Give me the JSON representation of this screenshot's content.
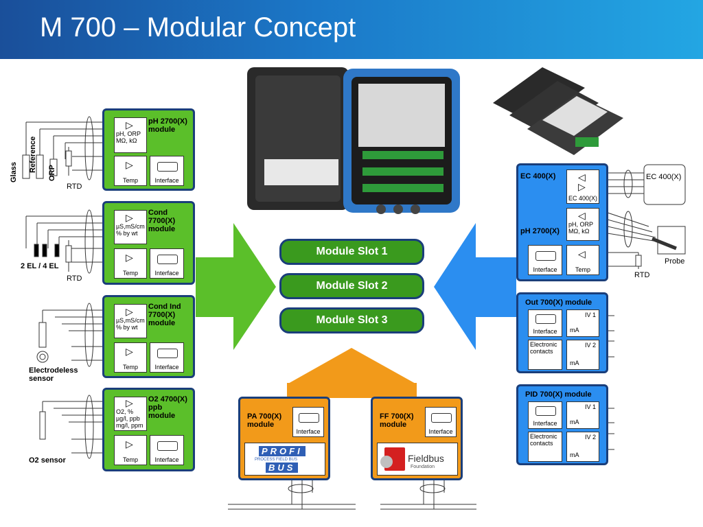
{
  "title": "M 700 – Modular Concept",
  "slots": [
    "Module Slot 1",
    "Module Slot 2",
    "Module Slot 3"
  ],
  "left_modules": [
    {
      "title": "pH 2700(X)\nmodule",
      "sensor_text": "pH, ORP\nMΩ, kΩ",
      "temp": "Temp",
      "interface": "Interface"
    },
    {
      "title": "Cond\n7700(X)\nmodule",
      "sensor_text": "µS,mS/cm\n% by wt",
      "temp": "Temp",
      "interface": "Interface"
    },
    {
      "title": "Cond Ind\n7700(X)\nmodule",
      "sensor_text": "µS,mS/cm\n% by wt",
      "temp": "Temp",
      "interface": "Interface"
    },
    {
      "title": "O2 4700(X)\nppb\nmodule",
      "sensor_text": "O2, %\nµg/l, ppb\nmg/l, ppm",
      "temp": "Temp",
      "interface": "Interface"
    }
  ],
  "left_labels": {
    "glass": "Glass",
    "reference": "Reference",
    "orp": "ORP",
    "rtd1": "RTD",
    "el": "2 EL / 4 EL",
    "rtd2": "RTD",
    "electrodeless": "Electrodeless\nsensor",
    "o2sensor": "O2 sensor"
  },
  "right_modules": {
    "ec_ph": {
      "ec_title": "EC 400(X)",
      "ec_box": "EC 400(X)",
      "ph_title": "pH 2700(X)",
      "ph_box": "pH, ORP\nMΩ, kΩ",
      "interface": "Interface",
      "temp": "Temp"
    },
    "out": {
      "title": "Out 700(X) module",
      "interface": "Interface",
      "iv1": "IV 1",
      "ma1": "mA",
      "contacts": "Electronic\ncontacts",
      "iv2": "IV 2",
      "ma2": "mA"
    },
    "pid": {
      "title": "PID 700(X) module",
      "interface": "Interface",
      "iv1": "IV 1",
      "ma1": "mA",
      "contacts": "Electronic\ncontacts",
      "iv2": "IV 2",
      "ma2": "mA"
    }
  },
  "right_labels": {
    "ec400": "EC 400(X)",
    "probe": "Probe",
    "rtd": "RTD"
  },
  "bottom_modules": [
    {
      "title": "PA 700(X)\nmodule",
      "interface": "Interface",
      "logo_top": "PROFI",
      "logo_bottom": "BUS",
      "logo_sub": "PROCESS FIELD BUS"
    },
    {
      "title": "FF 700(X)\nmodule",
      "interface": "Interface",
      "logo": "Fieldbus",
      "logo_sub": "Foundation"
    }
  ],
  "colors": {
    "green": "#5bbf2a",
    "blue": "#2b8ef0",
    "orange": "#f29a1a",
    "slot": "#3a9a1e",
    "border": "#1a3e7a"
  }
}
